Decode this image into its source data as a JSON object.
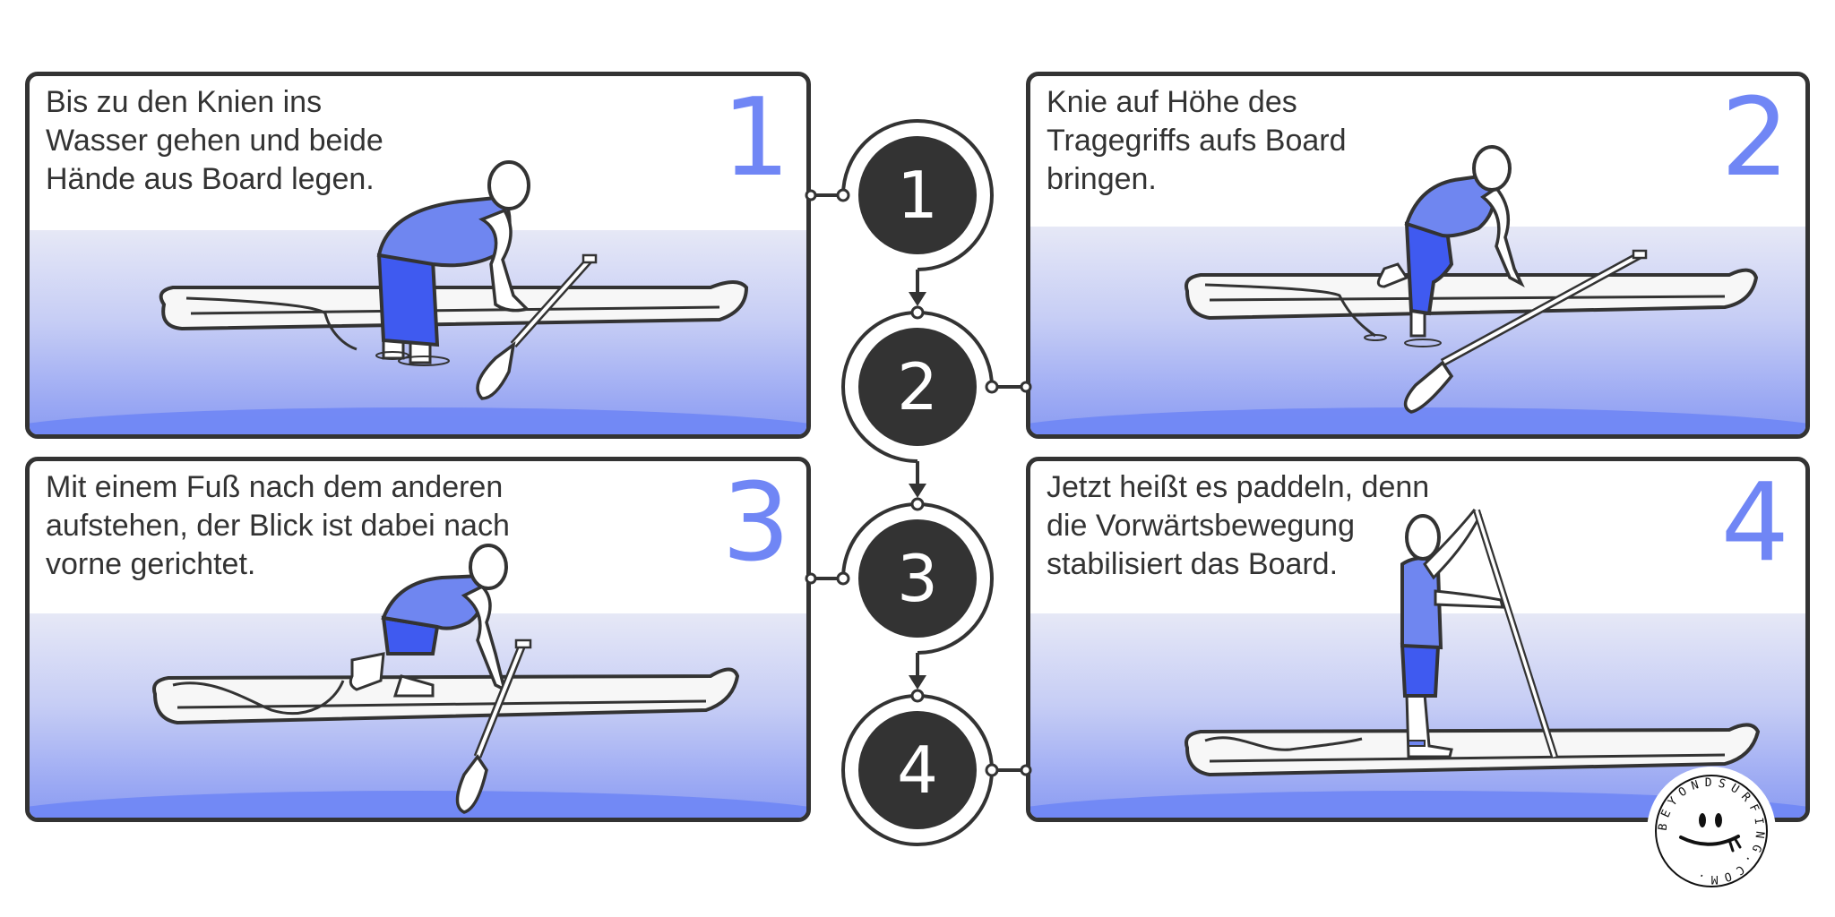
{
  "steps": [
    {
      "number": "1",
      "text": "Bis zu den Knien ins\nWasser gehen und beide\nHände aus Board legen."
    },
    {
      "number": "2",
      "text": "Knie auf Höhe des\nTragegriffs aufs Board\nbringen."
    },
    {
      "number": "3",
      "text": "Mit einem Fuß nach dem anderen\naufstehen, der Blick ist dabei nach\nvorne gerichtet."
    },
    {
      "number": "4",
      "text": "Jetzt heißt es paddeln, denn\ndie Vorwärtsbewegung\nstabilisiert das Board."
    }
  ],
  "timeline": {
    "labels": [
      "1",
      "2",
      "3",
      "4"
    ]
  },
  "logo": {
    "text": "BEYONDSURFING.COM."
  },
  "colors": {
    "accent": "#7086f5",
    "shirt": "#6f86f0",
    "shorts": "#3f5af0",
    "outline": "#333333",
    "water_top": "#e6e8f6",
    "water_bottom": "#8b9cf2",
    "wave": "#6f86f5"
  }
}
